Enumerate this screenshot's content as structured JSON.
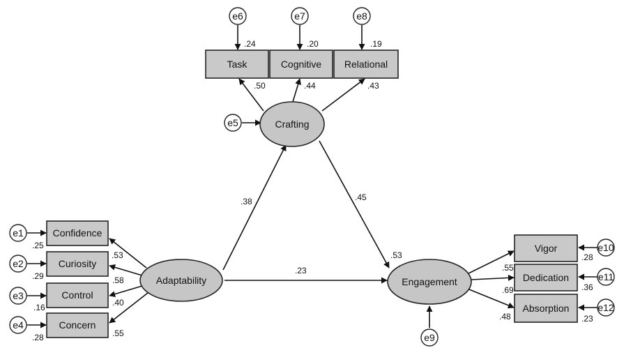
{
  "latent": {
    "adaptability": "Adaptability",
    "crafting": "Crafting",
    "engagement": "Engagement"
  },
  "observed": {
    "task": "Task",
    "cognitive": "Cognitive",
    "relational": "Relational",
    "confidence": "Confidence",
    "curiosity": "Curiosity",
    "control": "Control",
    "concern": "Concern",
    "vigor": "Vigor",
    "dedication": "Dedication",
    "absorption": "Absorption"
  },
  "errors": {
    "e1": "e1",
    "e2": "e2",
    "e3": "e3",
    "e4": "e4",
    "e5": "e5",
    "e6": "e6",
    "e7": "e7",
    "e8": "e8",
    "e9": "e9",
    "e10": "e10",
    "e11": "e11",
    "e12": "e12"
  },
  "r2": {
    "task": ".24",
    "cognitive": ".20",
    "relational": ".19",
    "confidence": ".25",
    "curiosity": ".29",
    "control": ".16",
    "concern": ".28",
    "vigor": ".28",
    "dedication": ".36",
    "absorption": ".23",
    "crafting": "",
    "engagement": ".53"
  },
  "loadings": {
    "task": ".50",
    "cognitive": ".44",
    "relational": ".43",
    "confidence": ".53",
    "curiosity": ".58",
    "control": ".40",
    "concern": ".55",
    "vigor": ".55",
    "dedication": ".69",
    "absorption": ".48"
  },
  "paths": {
    "adaptability_to_crafting": ".38",
    "crafting_to_engagement": ".45",
    "adaptability_to_engagement": ".23"
  }
}
